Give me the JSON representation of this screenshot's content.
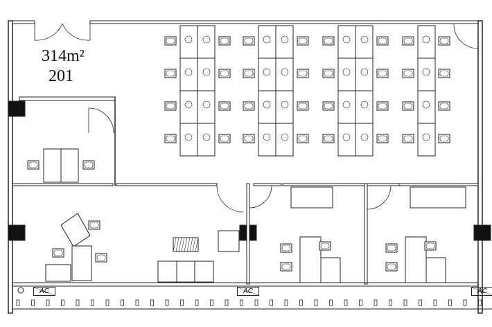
{
  "plan": {
    "area_label": "314m²",
    "room_number": "201",
    "ac_units": [
      {
        "label": "AC"
      },
      {
        "label": "AC"
      },
      {
        "label": "AC"
      }
    ]
  },
  "colors": {
    "line": "#222222",
    "wall": "#111111",
    "fill": "#ffffff"
  }
}
